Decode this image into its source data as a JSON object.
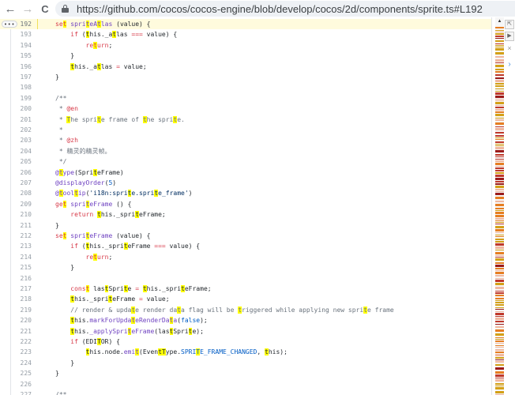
{
  "browser": {
    "back_icon": "←",
    "forward_icon": "→",
    "reload_icon": "C",
    "url": "https://github.com/cocos/cocos-engine/blob/develop/cocos/2d/components/sprite.ts#L192"
  },
  "code": {
    "expand_label": "•••",
    "highlighted_line": 192,
    "lines": [
      {
        "num": "192",
        "html": "<span class=\"k\">se<mark>t</mark></span> <span class=\"f\">spri<mark>t</mark>eA<mark>t</mark>las</span> (value) {"
      },
      {
        "num": "193",
        "html": "    <span class=\"k\">if</span> (<mark>t</mark>his._a<mark>t</mark>las <span class=\"k\">===</span> value) {"
      },
      {
        "num": "194",
        "html": "        <span class=\"k\">re<mark>t</mark>urn</span>;"
      },
      {
        "num": "195",
        "html": "    }"
      },
      {
        "num": "196",
        "html": "    <mark>t</mark>his._a<mark>t</mark>las <span class=\"k\">=</span> value;"
      },
      {
        "num": "197",
        "html": "}"
      },
      {
        "num": "198",
        "html": ""
      },
      {
        "num": "199",
        "html": "<span class=\"c\">/**</span>"
      },
      {
        "num": "200",
        "html": "<span class=\"c\"> * </span><span class=\"k\">@en</span>"
      },
      {
        "num": "201",
        "html": "<span class=\"c\"> * <mark>T</mark>he spri<mark>t</mark>e frame of <mark>t</mark>he spri<mark>t</mark>e.</span>"
      },
      {
        "num": "202",
        "html": "<span class=\"c\"> *</span>"
      },
      {
        "num": "203",
        "html": "<span class=\"c\"> * </span><span class=\"k\">@zh</span>"
      },
      {
        "num": "204",
        "html": "<span class=\"c\"> * 精灵的精灵帧。</span>"
      },
      {
        "num": "205",
        "html": "<span class=\"c\"> */</span>"
      },
      {
        "num": "206",
        "html": "<span class=\"f\">@<mark>t</mark>ype</span>(Spri<mark>t</mark>eFrame)"
      },
      {
        "num": "207",
        "html": "<span class=\"f\">@displayOrder</span>(<span class=\"n\">5</span>)"
      },
      {
        "num": "208",
        "html": "<span class=\"f\">@<mark>t</mark>ool<mark>t</mark>ip</span>(<span class=\"s\">'i18n:spri<mark>t</mark>e.spri<mark>t</mark>e_frame'</span>)"
      },
      {
        "num": "209",
        "html": "<span class=\"k\">ge<mark>t</mark></span> <span class=\"f\">spri<mark>t</mark>eFrame</span> () {"
      },
      {
        "num": "210",
        "html": "    <span class=\"k\">return</span> <mark>t</mark>his._spri<mark>t</mark>eFrame;"
      },
      {
        "num": "211",
        "html": "}"
      },
      {
        "num": "212",
        "html": "<span class=\"k\">se<mark>t</mark></span> <span class=\"f\">spri<mark>t</mark>eFrame</span> (value) {"
      },
      {
        "num": "213",
        "html": "    <span class=\"k\">if</span> (<mark>t</mark>his._spri<mark>t</mark>eFrame <span class=\"k\">===</span> value) {"
      },
      {
        "num": "214",
        "html": "        <span class=\"k\">re<mark>t</mark>urn</span>;"
      },
      {
        "num": "215",
        "html": "    }"
      },
      {
        "num": "216",
        "html": ""
      },
      {
        "num": "217",
        "html": "    <span class=\"k\">cons<mark>t</mark></span> las<mark>t</mark>Spri<mark>t</mark>e <span class=\"k\">=</span> <mark>t</mark>his._spri<mark>t</mark>eFrame;"
      },
      {
        "num": "218",
        "html": "    <mark>t</mark>his._spri<mark>t</mark>eFrame <span class=\"k\">=</span> value;"
      },
      {
        "num": "219",
        "html": "    <span class=\"c\">// render &amp; upda<mark>t</mark>e render da<mark>t</mark>a flag will be <mark>t</mark>riggered while applying new spri<mark>t</mark>e frame</span>"
      },
      {
        "num": "220",
        "html": "    <mark>t</mark>his.<span class=\"f\">markForUpda<mark>t</mark>eRenderDa<mark>t</mark>a</span>(<span class=\"n\">false</span>);"
      },
      {
        "num": "221",
        "html": "    <mark>t</mark>his.<span class=\"f\">_applySpri<mark>t</mark>eFrame</span>(las<mark>t</mark>Spri<mark>t</mark>e);"
      },
      {
        "num": "222",
        "html": "    <span class=\"k\">if</span> (EDI<mark>T</mark>OR) {"
      },
      {
        "num": "223",
        "html": "        <mark>t</mark>his.node.<span class=\"f\">emi<mark>t</mark></span>(Even<mark>t</mark><mark>T</mark>ype.<span class=\"n\">SPRI<mark>T</mark>E_FRAME_CHANGED</span>, <mark>t</mark>his);"
      },
      {
        "num": "224",
        "html": "    }"
      },
      {
        "num": "225",
        "html": "}"
      },
      {
        "num": "226",
        "html": ""
      },
      {
        "num": "227",
        "html": "<span class=\"c\">/**</span>"
      }
    ]
  },
  "minimap": {
    "up_arrow": "▲",
    "colors": {
      "red": "#c0392b",
      "orange": "#e67e22",
      "yellow": "#d4a017",
      "peach": "#f0b8a0",
      "dark_red": "#9b1b1b"
    }
  },
  "side_tools": {
    "cursor_icon": "⇱",
    "play_icon": "▶",
    "close_icon": "×",
    "chevron_icon": "›"
  }
}
